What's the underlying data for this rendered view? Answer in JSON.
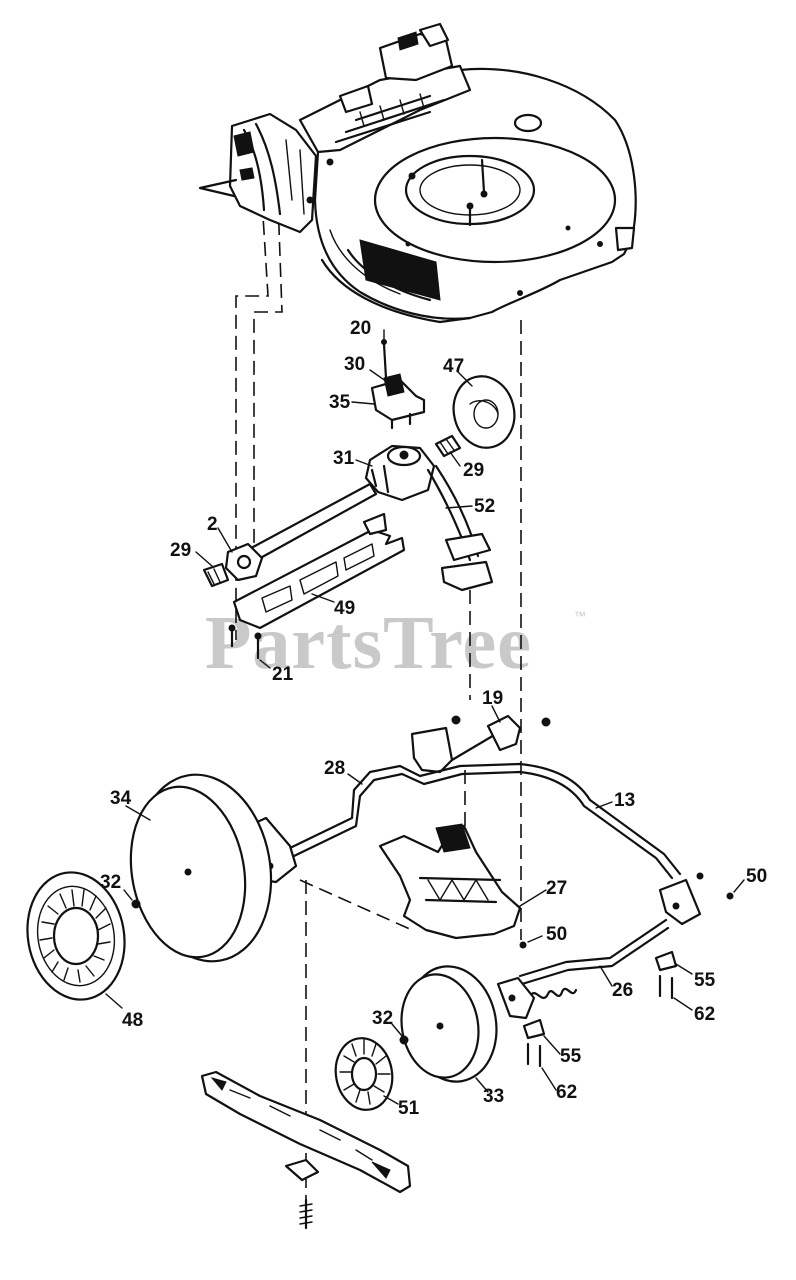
{
  "watermark": {
    "text": "PartsTree",
    "trademark": "™"
  },
  "callouts": [
    {
      "id": "c20",
      "text": "20"
    },
    {
      "id": "c30",
      "text": "30"
    },
    {
      "id": "c47",
      "text": "47"
    },
    {
      "id": "c35",
      "text": "35"
    },
    {
      "id": "c31",
      "text": "31"
    },
    {
      "id": "c29a",
      "text": "29"
    },
    {
      "id": "c52",
      "text": "52"
    },
    {
      "id": "c2",
      "text": "2"
    },
    {
      "id": "c29b",
      "text": "29"
    },
    {
      "id": "c49",
      "text": "49"
    },
    {
      "id": "c21",
      "text": "21"
    },
    {
      "id": "c19",
      "text": "19"
    },
    {
      "id": "c28",
      "text": "28"
    },
    {
      "id": "c13",
      "text": "13"
    },
    {
      "id": "c34",
      "text": "34"
    },
    {
      "id": "c32a",
      "text": "32"
    },
    {
      "id": "c27",
      "text": "27"
    },
    {
      "id": "c50a",
      "text": "50"
    },
    {
      "id": "c50b",
      "text": "50"
    },
    {
      "id": "c55a",
      "text": "55"
    },
    {
      "id": "c26",
      "text": "26"
    },
    {
      "id": "c62a",
      "text": "62"
    },
    {
      "id": "c48",
      "text": "48"
    },
    {
      "id": "c32b",
      "text": "32"
    },
    {
      "id": "c55b",
      "text": "55"
    },
    {
      "id": "c33",
      "text": "33"
    },
    {
      "id": "c62b",
      "text": "62"
    },
    {
      "id": "c51",
      "text": "51"
    }
  ]
}
